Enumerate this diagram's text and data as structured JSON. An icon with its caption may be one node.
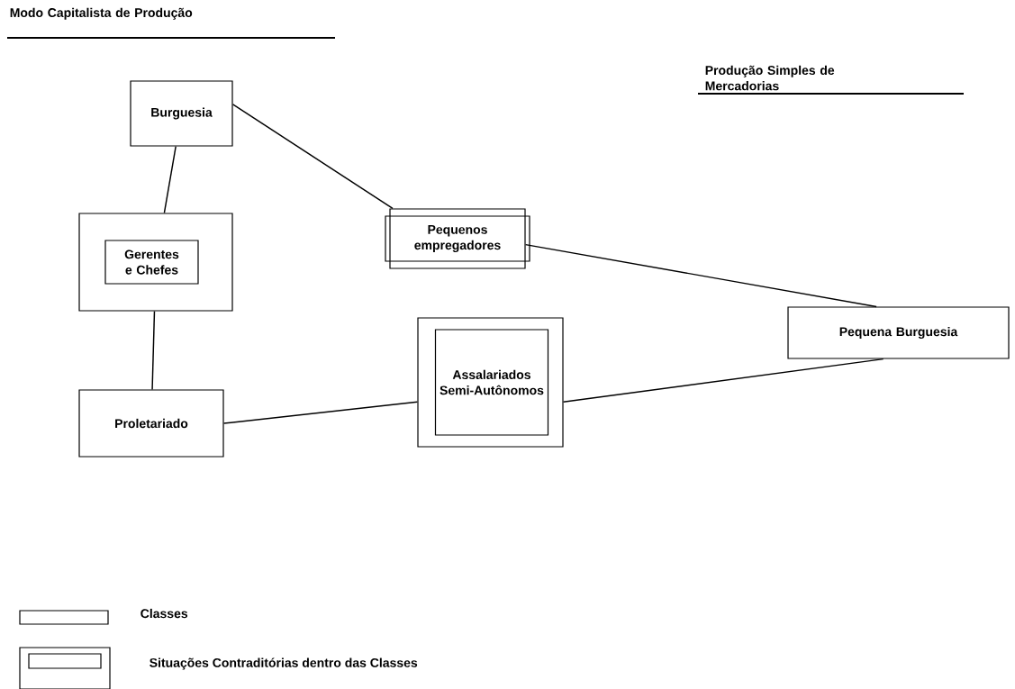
{
  "diagram": {
    "nodes": [
      {
        "text": [
          "Burguesia"
        ]
      },
      {
        "text": [],
        "shape": "box"
      },
      {
        "text": [
          "Gerentes e Chefes"
        ],
        "in": 1
      },
      {
        "text": [
          "Proletariado"
        ]
      },
      {
        "text": [],
        "shape": "box"
      },
      {
        "text": [
          "Pequenos empregadores"
        ],
        "in": 4
      },
      {
        "text": [],
        "shape": "box"
      },
      {
        "text": [
          "Assalariados Semi-Autônomos"
        ],
        "in": 6
      },
      {
        "text": [
          "Pequena Burguesia"
        ]
      }
    ],
    "edges": [
      {
        "from": 0,
        "to": 1,
        "arrow": "none"
      },
      {
        "from": 1,
        "to": 3,
        "arrow": "none"
      },
      {
        "from": 0,
        "to": 4,
        "arrow": "none"
      },
      {
        "from": 4,
        "to": 8,
        "arrow": "none"
      },
      {
        "from": 3,
        "to": 6,
        "arrow": "none"
      },
      {
        "from": 6,
        "to": 8,
        "arrow": "none"
      }
    ],
    "labels": [
      "Modo Capitalista de Produção",
      "Produção Simples de Mercadorias"
    ],
    "legend": [
      {
        "text": "Classes"
      },
      {
        "text": "Situações Contraditórias dentro das Classes"
      }
    ]
  }
}
